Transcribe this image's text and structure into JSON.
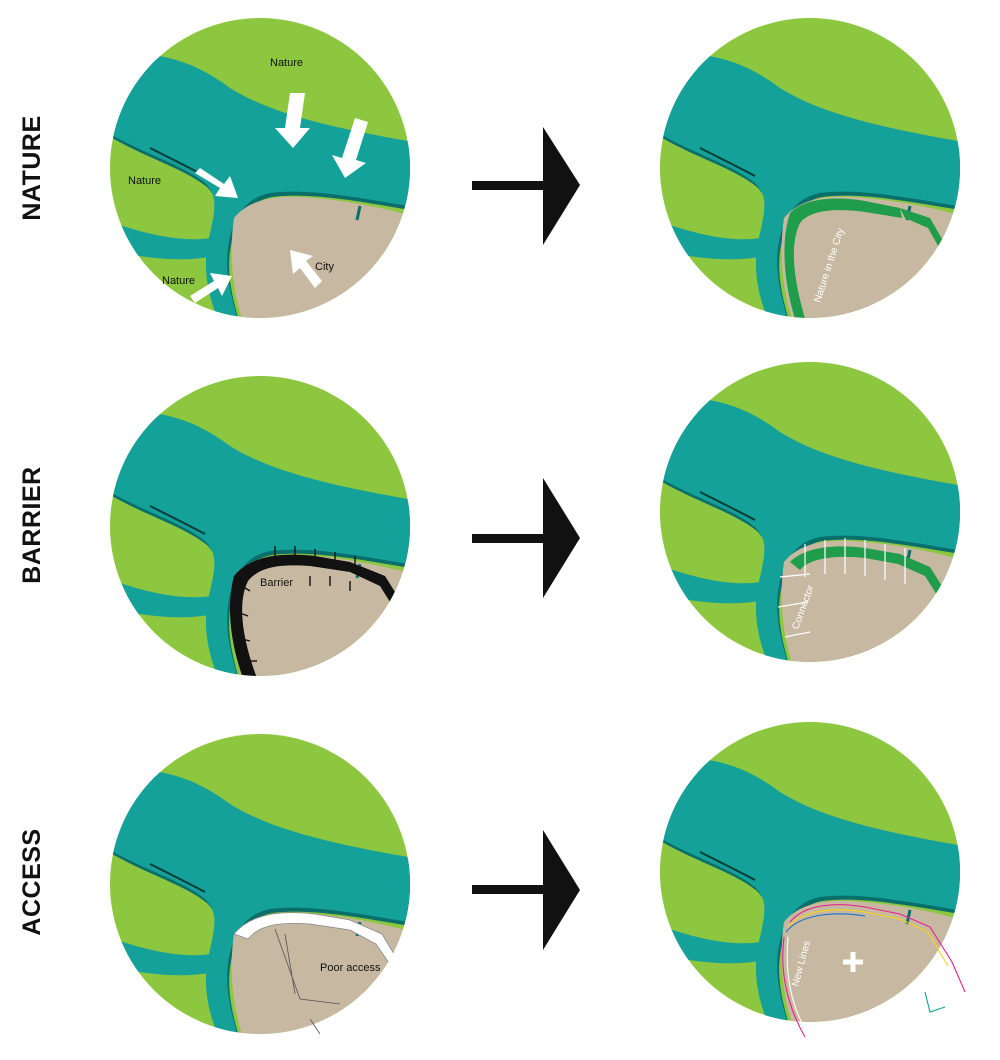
{
  "colors": {
    "land": "#8dc63f",
    "water": "#13a19a",
    "water_shadow": "#0a6f6a",
    "city": "#c7b8a1",
    "arrow": "#111111",
    "nature_strip": "#1f9d4a",
    "barrier": "#111111",
    "white": "#ffffff"
  },
  "rows": [
    {
      "label": "NATURE",
      "before": {
        "labels": [
          "Nature",
          "Nature",
          "Nature",
          "City"
        ]
      },
      "after": {
        "labels": [
          "Nature in the City"
        ]
      }
    },
    {
      "label": "BARRIER",
      "before": {
        "labels": [
          "Barrier"
        ]
      },
      "after": {
        "labels": [
          "Connector"
        ]
      }
    },
    {
      "label": "ACCESS",
      "before": {
        "labels": [
          "Poor access"
        ]
      },
      "after": {
        "labels": [
          "New Lines"
        ]
      }
    }
  ],
  "icons": [
    "right-arrow-icon",
    "down-arrow-icon",
    "plus-icon"
  ]
}
